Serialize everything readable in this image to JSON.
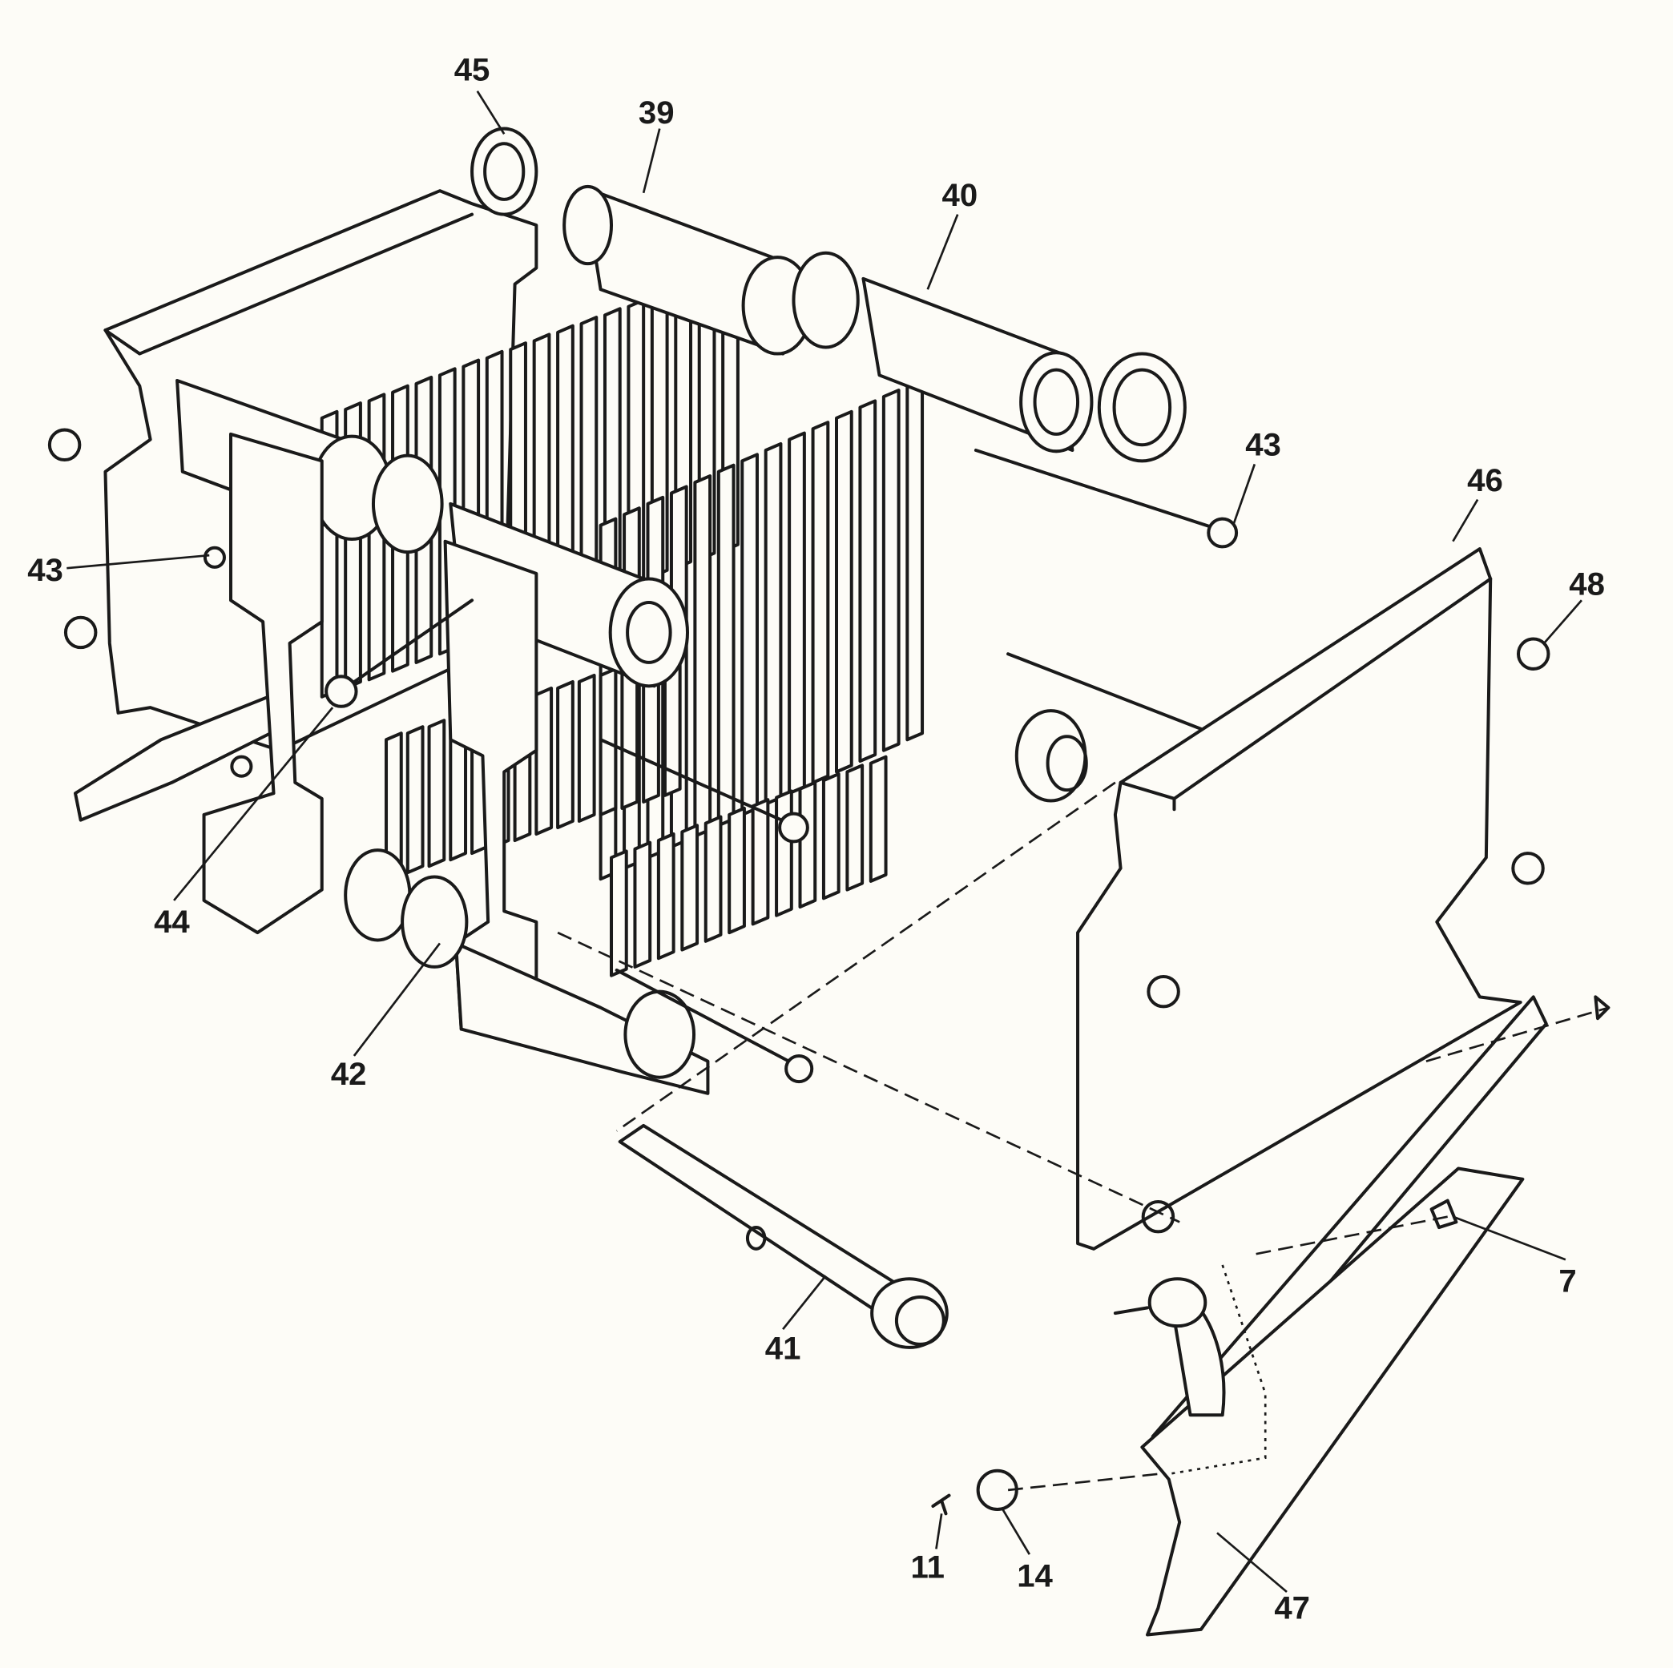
{
  "callouts": {
    "c45": "45",
    "c39": "39",
    "c40": "40",
    "c43a": "43",
    "c46": "46",
    "c48": "48",
    "c43b": "43",
    "c44": "44",
    "c42": "42",
    "c41": "41",
    "c7": "7",
    "c11": "11",
    "c14": "14",
    "c47": "47"
  }
}
